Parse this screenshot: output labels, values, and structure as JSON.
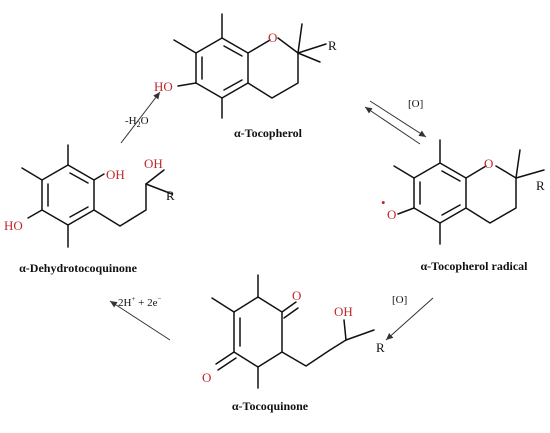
{
  "compounds": {
    "tocopherol": {
      "name": "α-Tocopherol",
      "oh": "HO",
      "ring_o": "O",
      "r": "R"
    },
    "radical": {
      "name": "α-Tocopherol radical",
      "o_radical": "O",
      "radical_dot": "•",
      "ring_o": "O",
      "r": "R"
    },
    "tocoquinone": {
      "name": "α-Tocoquinone",
      "o_top": "O",
      "o_left": "O",
      "oh": "OH",
      "r": "R"
    },
    "dehydro": {
      "name": "α-Dehydrotocoquinone",
      "oh_ring": "OH",
      "oh_side": "OH",
      "ho": "HO",
      "r": "R"
    }
  },
  "conditions": {
    "minus_h2o": {
      "prefix": "-H",
      "sub": "2",
      "suffix": "O"
    },
    "oxidation_1": "[O]",
    "oxidation_2": "[O]",
    "reduction": {
      "a": "2H",
      "a_sup": "+",
      "b": " + 2e",
      "b_sup": "−"
    }
  },
  "colors": {
    "heteroatom": "#c0282c",
    "bond": "#111111",
    "arrow": "#333333"
  }
}
